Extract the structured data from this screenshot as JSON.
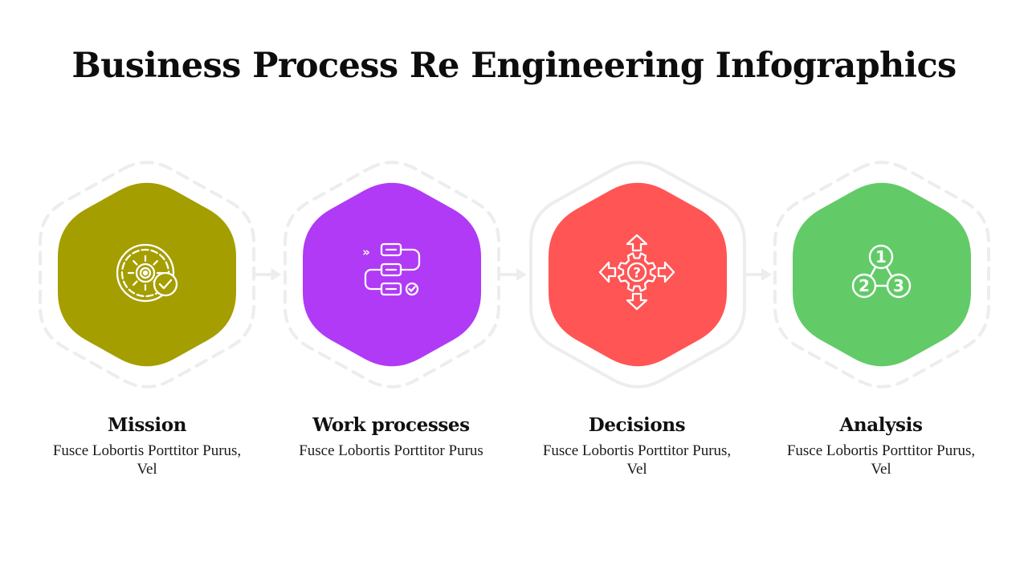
{
  "title": "Business Process Re Engineering Infographics",
  "steps": [
    {
      "name": "Mission",
      "desc": "Fusce Lobortis Porttitor Purus, Vel",
      "color": "#A59E00",
      "icon": "gear-target-check-icon",
      "frame": "dashed"
    },
    {
      "name": "Work processes",
      "desc": "Fusce Lobortis Porttitor Purus",
      "color": "#B03AF5",
      "icon": "flowchart-check-icon",
      "frame": "dashed"
    },
    {
      "name": "Decisions",
      "desc": "Fusce Lobortis Porttitor Purus, Vel",
      "color": "#FF5555",
      "icon": "question-gear-arrows-icon",
      "frame": "solid"
    },
    {
      "name": "Analysis",
      "desc": "Fusce Lobortis Porttitor Purus, Vel",
      "color": "#62CB68",
      "icon": "numbered-circles-icon",
      "frame": "dashed"
    }
  ],
  "icon_digits": [
    "1",
    "2",
    "3"
  ],
  "icon_symbols": {
    "question": "?",
    "double_chevron": "»"
  },
  "frame_color": "#EDEDED"
}
